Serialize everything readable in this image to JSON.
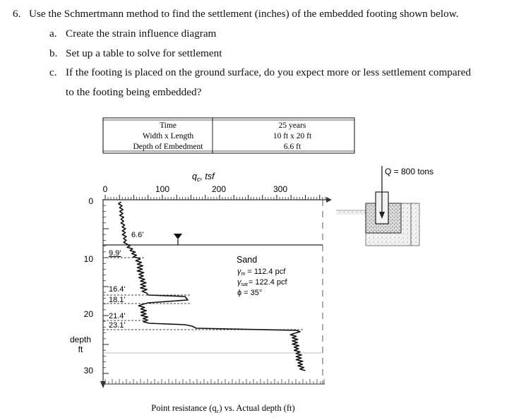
{
  "question": {
    "number": "6.",
    "text": "Use the Schmertmann method to find the settlement (inches) of the embedded footing shown below.",
    "parts": [
      {
        "letter": "a.",
        "text": "Create the strain influence diagram"
      },
      {
        "letter": "b.",
        "text": "Set up a table to solve for settlement"
      },
      {
        "letter": "c.",
        "text": "If the footing is placed on the ground surface, do you expect more or less settlement compared",
        "continuation": "to the footing being embedded?"
      }
    ]
  },
  "properties_table": {
    "rows": [
      {
        "label": "Time",
        "value": "25 years"
      },
      {
        "label": "Width x Length",
        "value": "10 ft x 20 ft"
      },
      {
        "label": "Depth of Embedment",
        "value": "6.6 ft"
      }
    ]
  },
  "cpt_plot": {
    "x_axis_title": "q",
    "x_axis_title_sub": "c",
    "x_axis_title_unit": ", tsf",
    "x_ticks": [
      "0",
      "100",
      "200",
      "300"
    ],
    "y_ticks": [
      "0",
      "10",
      "20",
      "30"
    ],
    "y_axis_label_line1": "depth",
    "y_axis_label_line2": "ft",
    "layer_depths": [
      "6.6'",
      "9.9'",
      "16.4'",
      "18.1'",
      "21.4'",
      "23.1'"
    ],
    "soil_label": "Sand",
    "gamma_m": "= 112.4 pcf",
    "gamma_sat": "= 122.4 pcf",
    "phi": "= 35°",
    "caption_pre": "Point resistance (q",
    "caption_sub": "c",
    "caption_post": ") vs. Actual depth (ft)"
  },
  "footing_sketch": {
    "load_label": "Q = 800 tons"
  }
}
